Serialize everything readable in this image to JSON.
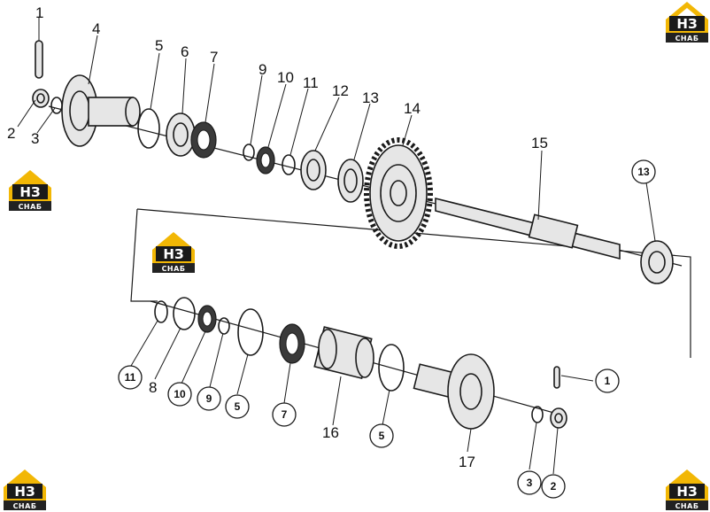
{
  "logo": {
    "top_text": "НЗ",
    "bottom_text": "СНАБ",
    "color_primary": "#f2b705",
    "color_dark": "#1a1a1a",
    "color_banner": "#222222"
  },
  "upper_labels": [
    "1",
    "2",
    "3",
    "4",
    "5",
    "6",
    "7",
    "9",
    "10",
    "11",
    "12",
    "13",
    "14",
    "15"
  ],
  "lower_circled_labels": [
    "11",
    "10",
    "9",
    "5",
    "7",
    "5",
    "3",
    "2",
    "1",
    "13"
  ],
  "lower_plain_labels": [
    "8",
    "16",
    "17"
  ]
}
